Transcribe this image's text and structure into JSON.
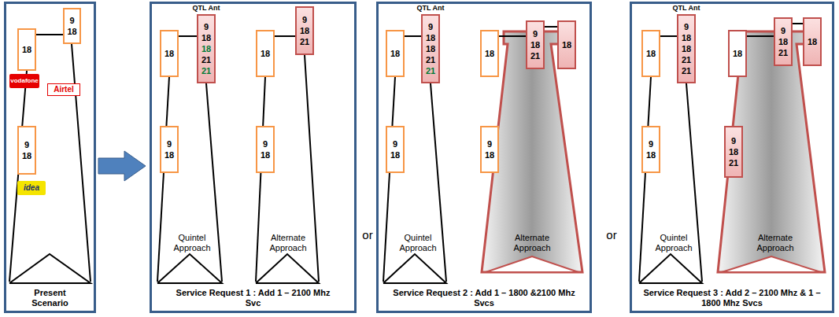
{
  "diagram": {
    "nodes": [
      {
        "text": [
          "Present Scenario"
        ]
      },
      {
        "text": [
          "18"
        ],
        "in": 0
      },
      {
        "text": [
          "9",
          "18"
        ],
        "in": 0
      },
      {
        "text": [
          "9",
          "18"
        ],
        "in": 0
      },
      {
        "text": [
          "Service Request 1 : Add 1 – 2100 Mhz Svc"
        ]
      },
      {
        "text": [
          "18"
        ],
        "in": 4
      },
      {
        "text": [
          "9",
          "18",
          "18",
          "21",
          "21"
        ],
        "in": 4
      },
      {
        "text": [
          "9",
          "18"
        ],
        "in": 4
      },
      {
        "text": [
          "18"
        ],
        "in": 4
      },
      {
        "text": [
          "9",
          "18",
          "21"
        ],
        "in": 4
      },
      {
        "text": [
          "9",
          "18"
        ],
        "in": 4
      },
      {
        "text": [
          "Service Request 2 : Add 1 – 1800 &2100 Mhz Svcs"
        ]
      },
      {
        "text": [
          "18"
        ],
        "in": 11
      },
      {
        "text": [
          "9",
          "18",
          "18",
          "21",
          "21"
        ],
        "in": 11
      },
      {
        "text": [
          "9",
          "18"
        ],
        "in": 11
      },
      {
        "text": [
          "18"
        ],
        "in": 11
      },
      {
        "text": [
          "9",
          "18",
          "21"
        ],
        "in": 11
      },
      {
        "text": [
          "18"
        ],
        "in": 11
      },
      {
        "text": [
          "9",
          "18"
        ],
        "in": 11
      },
      {
        "text": [
          "Service Request 3 : Add 2 – 2100 Mhz & 1 – 1800 Mhz Svcs"
        ]
      },
      {
        "text": [
          "18"
        ],
        "in": 19
      },
      {
        "text": [
          "9",
          "18",
          "18",
          "21",
          "21"
        ],
        "in": 19
      },
      {
        "text": [
          "9",
          "18"
        ],
        "in": 19
      },
      {
        "text": [
          "18"
        ],
        "in": 19
      },
      {
        "text": [
          "9",
          "18",
          "21"
        ],
        "in": 19
      },
      {
        "text": [
          "18"
        ],
        "in": 19
      },
      {
        "text": [
          "9",
          "18",
          "21"
        ],
        "in": 19
      }
    ],
    "edges": [
      {
        "from": 1,
        "to": 2,
        "arrow": "none"
      },
      {
        "from": 5,
        "to": 6,
        "arrow": "none"
      },
      {
        "from": 8,
        "to": 9,
        "arrow": "none"
      },
      {
        "from": 12,
        "to": 13,
        "arrow": "none"
      },
      {
        "from": 15,
        "to": 16,
        "arrow": "none"
      },
      {
        "from": 16,
        "to": 17,
        "arrow": "none"
      },
      {
        "from": 20,
        "to": 21,
        "arrow": "none"
      },
      {
        "from": 23,
        "to": 24,
        "arrow": "none"
      },
      {
        "from": 24,
        "to": 25,
        "arrow": "none"
      }
    ],
    "labels": [
      "vodafone",
      "Airtel",
      "idea",
      "QTL Ant",
      "Quintel Approach",
      "Alternate Approach",
      "or",
      "QTL Ant",
      "Quintel Approach",
      "Alternate Approach",
      "or",
      "QTL Ant",
      "Quintel Approach",
      "Alternate Approach"
    ]
  }
}
